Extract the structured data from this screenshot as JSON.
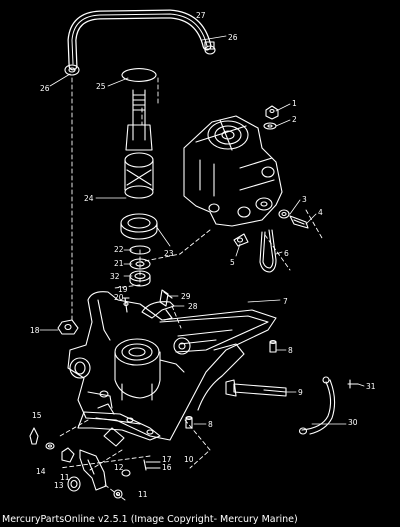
{
  "diagram": {
    "callouts": [
      "1",
      "2",
      "3",
      "4",
      "5",
      "6",
      "7",
      "8",
      "9",
      "10",
      "11",
      "12",
      "13",
      "14",
      "15",
      "16",
      "17",
      "18",
      "19",
      "20",
      "21",
      "22",
      "23",
      "24",
      "25",
      "26",
      "27",
      "28",
      "29",
      "30",
      "31",
      "32"
    ]
  },
  "footer": {
    "caption": "MercuryPartsOnline v2.5.1 (Image Copyright- Mercury Marine)"
  },
  "colors": {
    "background": "#000000",
    "linework": "#ffffff"
  }
}
